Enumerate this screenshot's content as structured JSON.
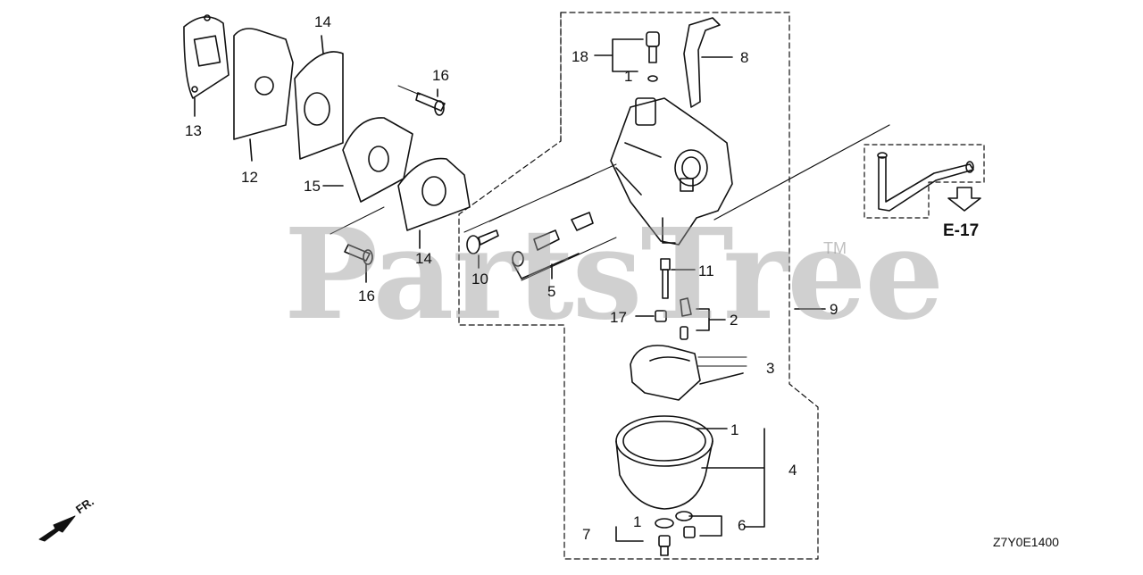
{
  "watermark": {
    "text": "PartsTree",
    "trademark": "TM"
  },
  "reference": "E-17",
  "diagram_code": "Z7Y0E1400",
  "front_indicator": "FR.",
  "callouts": {
    "c13": "13",
    "c12": "12",
    "c14a": "14",
    "c16a": "16",
    "c15": "15",
    "c14b": "14",
    "c16b": "16",
    "c10": "10",
    "c5": "5",
    "c18": "18",
    "c1a": "1",
    "c8": "8",
    "c11": "11",
    "c17": "17",
    "c2": "2",
    "c9": "9",
    "c3": "3",
    "c1b": "1",
    "c4": "4",
    "c7": "7",
    "c1c": "1",
    "c6": "6"
  }
}
